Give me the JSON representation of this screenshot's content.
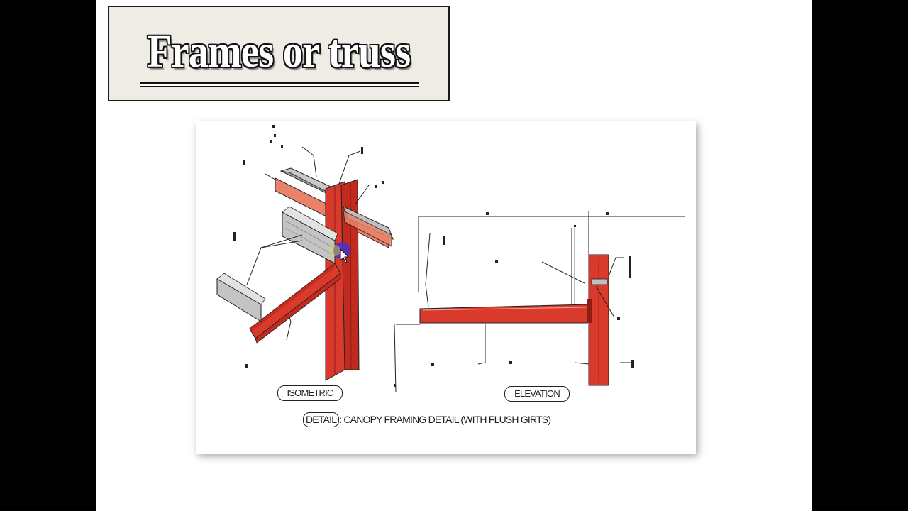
{
  "slide": {
    "title": "Frames or truss"
  },
  "figure": {
    "isometric_label": "ISOMETRIC",
    "elevation_label": "ELEVATION",
    "caption_tag": "DETAIL",
    "caption_text": ": CANOPY FRAMING DETAIL (WITH FLUSH GIRTS)"
  },
  "colors": {
    "steel_red": "#d93a2b",
    "girt_grey": "#b9b9b9",
    "flange_salmon": "#e8836a",
    "title_box_bg": "#eeece4",
    "cursor_highlight": "#4a2fd0"
  }
}
